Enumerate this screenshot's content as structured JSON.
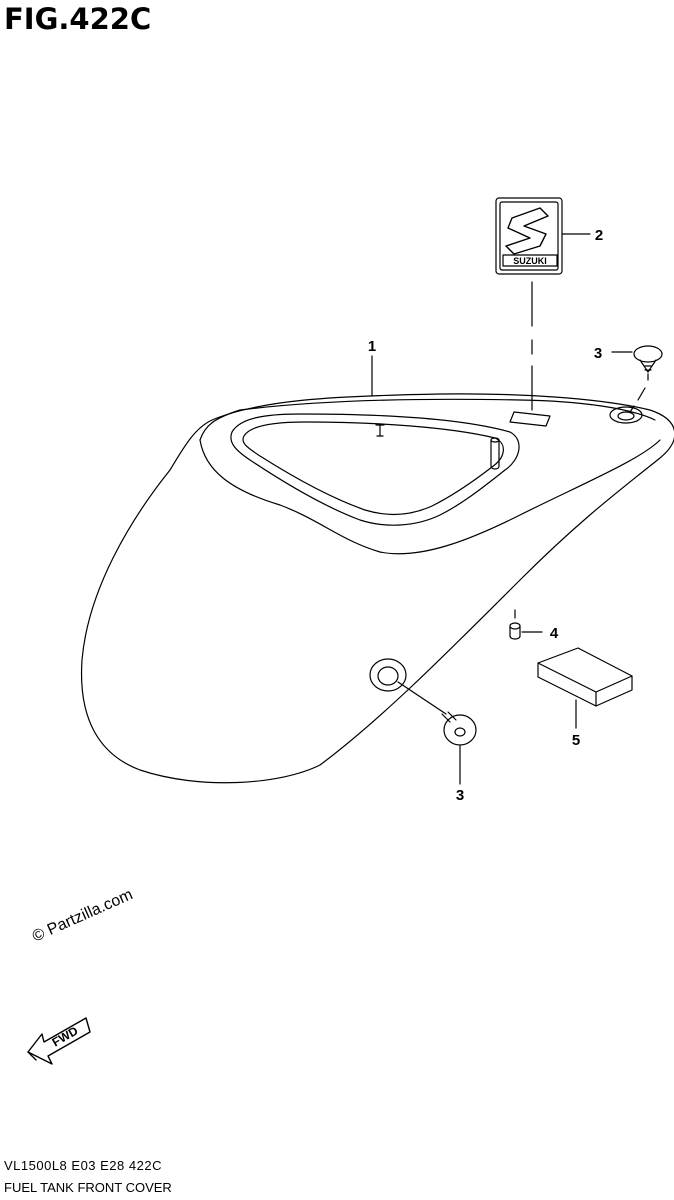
{
  "figure": {
    "title": "FIG.422C",
    "code": "VL1500L8  E03  E28  422C",
    "name": "FUEL TANK FRONT COVER"
  },
  "watermark": "© Partzilla.com",
  "emblem_text": "SUZUKI",
  "fwd_label": "FWD",
  "callouts": {
    "part1": "1",
    "part2": "2",
    "part3_top": "3",
    "part3_bottom": "3",
    "part4": "4",
    "part5": "5"
  },
  "colors": {
    "line": "#000000",
    "background": "#ffffff"
  }
}
